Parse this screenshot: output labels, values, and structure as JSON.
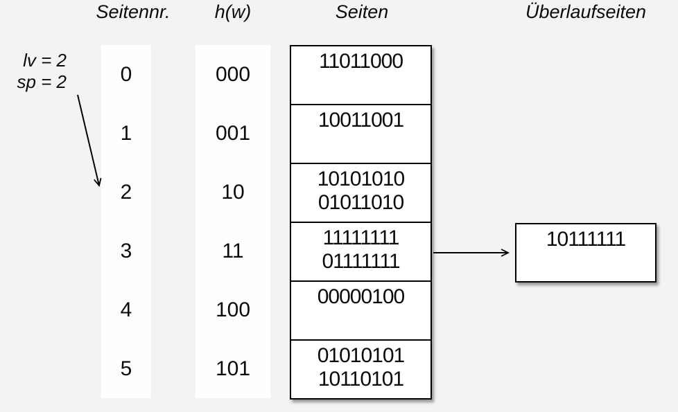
{
  "headers": {
    "seitennr": "Seitennr.",
    "hw": "h(w)",
    "seiten": "Seiten",
    "ueberlaufseiten": "Überlaufseiten"
  },
  "state": {
    "lv_label": "lv = 2",
    "sp_label": "sp = 2"
  },
  "rows": [
    {
      "nr": "0",
      "hash": "000",
      "values": [
        "11011000"
      ]
    },
    {
      "nr": "1",
      "hash": "001",
      "values": [
        "10011001"
      ]
    },
    {
      "nr": "2",
      "hash": "10",
      "values": [
        "10101010",
        "01011010"
      ]
    },
    {
      "nr": "3",
      "hash": "11",
      "values": [
        "11111111",
        "01111111"
      ]
    },
    {
      "nr": "4",
      "hash": "100",
      "values": [
        "00000100"
      ]
    },
    {
      "nr": "5",
      "hash": "101",
      "values": [
        "01010101",
        "10110101"
      ]
    }
  ],
  "overflow": {
    "values": [
      "10111111"
    ],
    "linked_row_nr": "3"
  },
  "colors": {
    "background": "#f4f3f4",
    "strip_fill": "#fefefe",
    "box_fill": "#ffffff",
    "line": "#000000"
  }
}
